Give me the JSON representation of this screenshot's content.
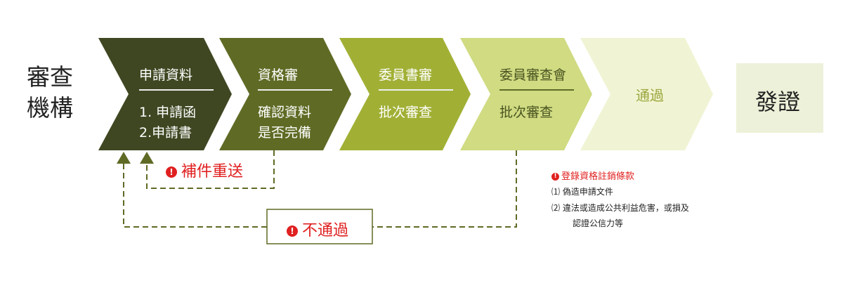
{
  "org": [
    "審查",
    "機構"
  ],
  "steps": [
    {
      "title": "申請資料",
      "lines": [
        "1. 申請函",
        "2.申請書"
      ],
      "color": "#3f4722"
    },
    {
      "title": "資格審",
      "lines": [
        "確認資料",
        "是否完備"
      ],
      "color": "#5f6b25"
    },
    {
      "title": "委員書審",
      "lines": [
        "批次審查"
      ],
      "color": "#a1b035"
    },
    {
      "title": "委員審查會",
      "lines": [
        "批次審查"
      ],
      "color": "#d0db82"
    },
    {
      "title": "通過",
      "lines": [],
      "color": "#f1f4d4"
    }
  ],
  "final": {
    "label": "發證",
    "color": "#eef1d9"
  },
  "loops": {
    "supplement": "補件重送",
    "reject": "不通過",
    "alert_icon": "exclamation-icon"
  },
  "revocation": {
    "title": "登錄資格註銷條款",
    "items": [
      "⑴ 偽造申請文件",
      "⑵ 違法或造成公共利益危害，或損及",
      "認證公信力等"
    ]
  },
  "colors": {
    "dash": "#5f6b25",
    "alert": "#e02020"
  }
}
